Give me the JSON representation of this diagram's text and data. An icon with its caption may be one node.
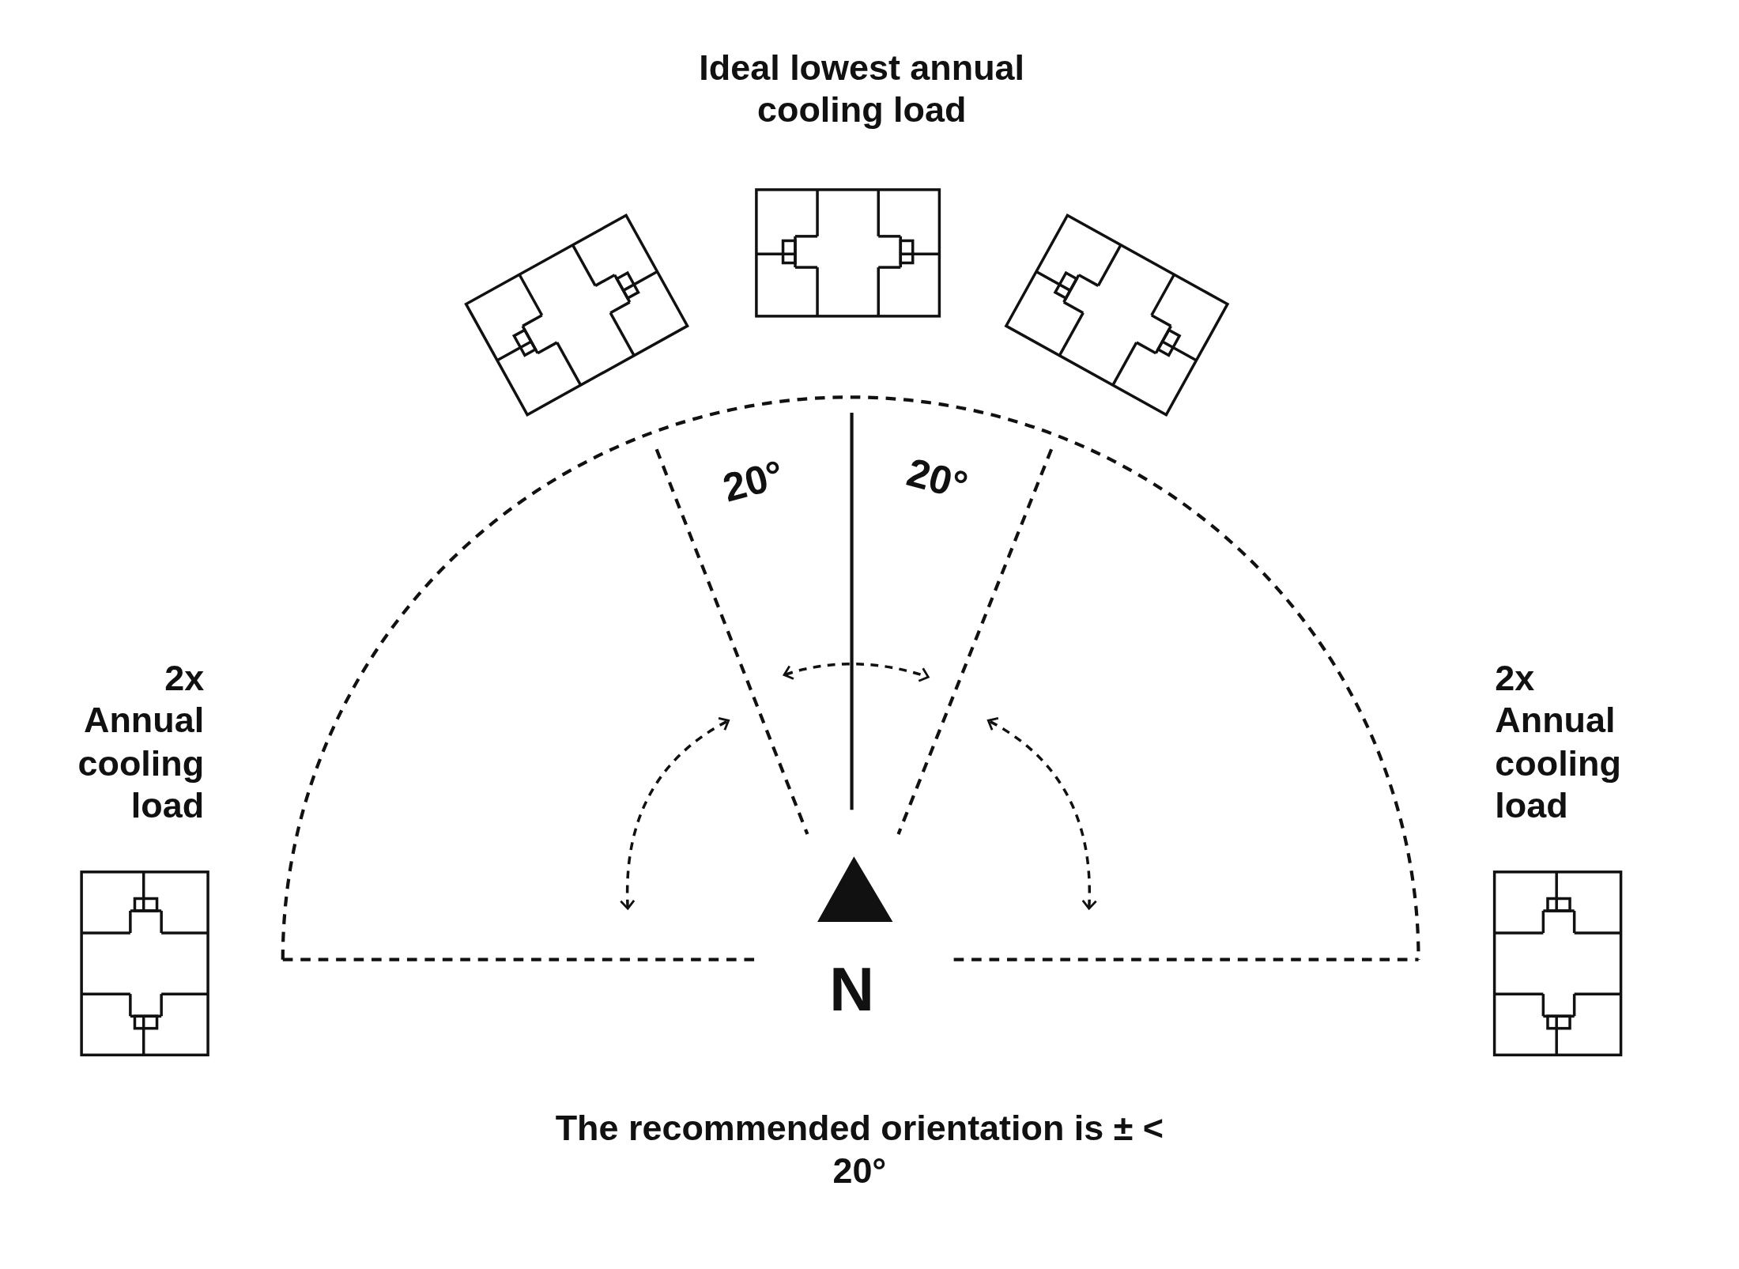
{
  "diagram": {
    "caption": "The recommended orientation is ± < 20°",
    "labels": [
      "Ideal lowest annual cooling load",
      "20°",
      "20°",
      "2x Annual cooling load",
      "2x Annual cooling load",
      "N"
    ]
  }
}
